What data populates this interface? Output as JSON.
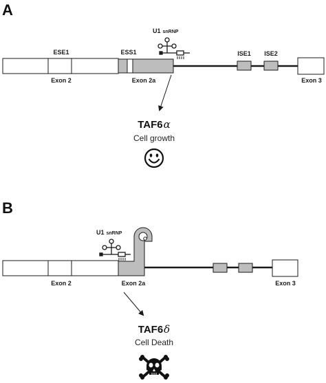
{
  "panel_a": {
    "panel_label": "A",
    "snrnp_label_main": "U1",
    "snrnp_label_small": "snRNP",
    "element_labels": {
      "ese1": "ESE1",
      "ess1": "ESS1",
      "ise1": "ISE1",
      "ise2": "ISE2"
    },
    "exon_labels": {
      "exon2": "Exon 2",
      "exon2a": "Exon 2a",
      "exon3": "Exon 3"
    },
    "isoform_name": "TAF6",
    "isoform_greek": "α",
    "outcome": "Cell growth",
    "outcome_icon": "smiley-face-icon"
  },
  "panel_b": {
    "panel_label": "B",
    "snrnp_label_main": "U1",
    "snrnp_label_small": "snRNP",
    "exon_labels": {
      "exon2": "Exon 2",
      "exon2a": "Exon 2a",
      "exon3": "Exon 3"
    },
    "isoform_name": "TAF6",
    "isoform_greek": "δ",
    "outcome": "Cell Death",
    "outcome_icon": "skull-crossbones-icon"
  },
  "colors": {
    "exon_fill": "#ffffff",
    "element_fill": "#bdbdbd",
    "line": "#1a1a1a"
  }
}
